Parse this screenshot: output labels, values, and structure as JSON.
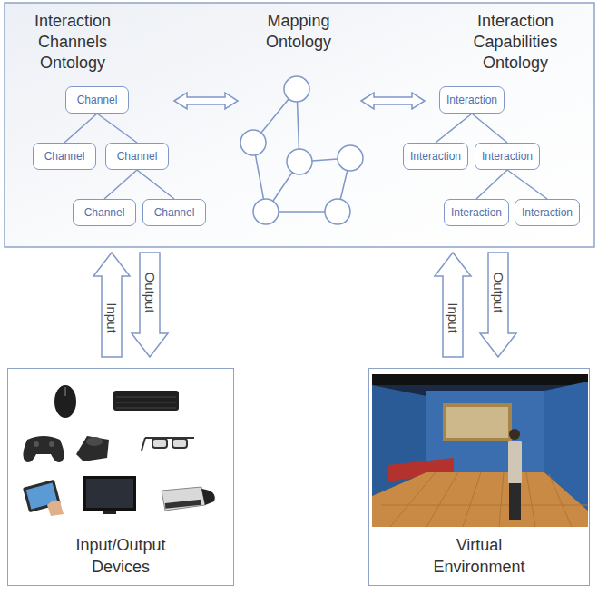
{
  "diagram": {
    "nodes": [
      {
        "text": [
          "Channel"
        ]
      },
      {
        "text": [
          "Channel"
        ]
      },
      {
        "text": [
          "Channel"
        ]
      },
      {
        "text": [
          "Channel"
        ]
      },
      {
        "text": [
          "Channel"
        ]
      },
      {
        "text": [
          "Interaction"
        ]
      },
      {
        "text": [
          "Interaction"
        ]
      },
      {
        "text": [
          "Interaction"
        ]
      },
      {
        "text": [
          "Interaction"
        ]
      },
      {
        "text": [
          "Interaction"
        ]
      },
      {
        "text": [
          "Input/Output Devices"
        ]
      },
      {
        "text": [
          "Virtual Environment"
        ]
      }
    ],
    "edges": [
      {
        "from": 0,
        "to": 1,
        "arrow": "none"
      },
      {
        "from": 0,
        "to": 2,
        "arrow": "none"
      },
      {
        "from": 2,
        "to": 3,
        "arrow": "none"
      },
      {
        "from": 2,
        "to": 4,
        "arrow": "none"
      },
      {
        "from": 5,
        "to": 6,
        "arrow": "none"
      },
      {
        "from": 5,
        "to": 7,
        "arrow": "none"
      },
      {
        "from": 7,
        "to": 8,
        "arrow": "none"
      },
      {
        "from": 7,
        "to": 9,
        "arrow": "none"
      }
    ],
    "labels": [
      "Interaction Channels Ontology",
      "Mapping Ontology",
      "Interaction Capabilities Ontology",
      "Input",
      "Output",
      "Input",
      "Output"
    ]
  }
}
